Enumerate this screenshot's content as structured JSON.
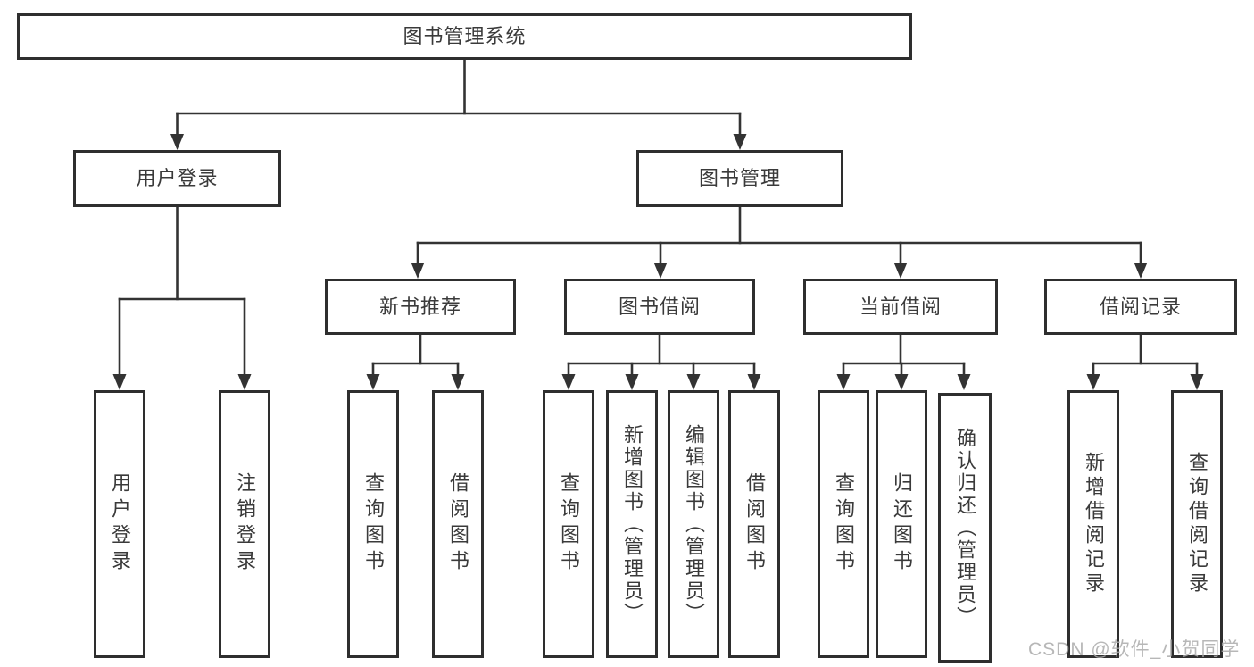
{
  "diagram": {
    "type": "hierarchy-tree",
    "title": "图书管理系统"
  },
  "nodes": {
    "root": {
      "label": "图书管理系统",
      "level": 1
    },
    "user_login": {
      "label": "用户登录",
      "level": 2
    },
    "book_mgmt": {
      "label": "图书管理",
      "level": 2
    },
    "new_book_rec": {
      "label": "新书推荐",
      "level": 3
    },
    "book_borrow": {
      "label": "图书借阅",
      "level": 3
    },
    "current_borrow": {
      "label": "当前借阅",
      "level": 3
    },
    "borrow_records": {
      "label": "借阅记录",
      "level": 3
    },
    "leaf_user_login": {
      "label": "用户登录",
      "level": 4
    },
    "leaf_logout": {
      "label": "注销登录",
      "level": 4
    },
    "rec_query_books": {
      "label": "查询图书",
      "level": 4
    },
    "rec_borrow_books": {
      "label": "借阅图书",
      "level": 4
    },
    "bb_query_books": {
      "label": "查询图书",
      "level": 4
    },
    "bb_add_books": {
      "label": "新增图书（管理员）",
      "level": 4
    },
    "bb_edit_books": {
      "label": "编辑图书（管理员）",
      "level": 4
    },
    "bb_borrow_books": {
      "label": "借阅图书",
      "level": 4
    },
    "cb_query_books": {
      "label": "查询图书",
      "level": 4
    },
    "cb_return_books": {
      "label": "归还图书",
      "level": 4
    },
    "cb_confirm_return": {
      "label": "确认归还（管理员）",
      "level": 4
    },
    "br_add_record": {
      "label": "新增借阅记录",
      "level": 4
    },
    "br_query_record": {
      "label": "查询借阅记录",
      "level": 4
    }
  },
  "edges": [
    [
      "root",
      "user_login"
    ],
    [
      "root",
      "book_mgmt"
    ],
    [
      "user_login",
      "leaf_user_login"
    ],
    [
      "user_login",
      "leaf_logout"
    ],
    [
      "book_mgmt",
      "new_book_rec"
    ],
    [
      "book_mgmt",
      "book_borrow"
    ],
    [
      "book_mgmt",
      "current_borrow"
    ],
    [
      "book_mgmt",
      "borrow_records"
    ],
    [
      "new_book_rec",
      "rec_query_books"
    ],
    [
      "new_book_rec",
      "rec_borrow_books"
    ],
    [
      "book_borrow",
      "bb_query_books"
    ],
    [
      "book_borrow",
      "bb_add_books"
    ],
    [
      "book_borrow",
      "bb_edit_books"
    ],
    [
      "book_borrow",
      "bb_borrow_books"
    ],
    [
      "current_borrow",
      "cb_query_books"
    ],
    [
      "current_borrow",
      "cb_return_books"
    ],
    [
      "current_borrow",
      "cb_confirm_return"
    ],
    [
      "borrow_records",
      "br_add_record"
    ],
    [
      "borrow_records",
      "br_query_record"
    ]
  ],
  "colors": {
    "background": "#ffffff",
    "box_border": "#2e2e2e",
    "line": "#333333",
    "text": "#3a3a3a",
    "watermark": "#aaaaaa"
  },
  "watermark": {
    "text": "CSDN @软件_小贺同学"
  }
}
